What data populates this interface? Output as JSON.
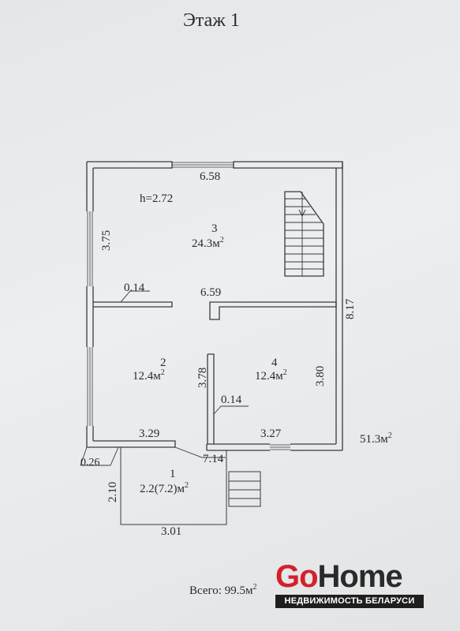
{
  "title": "Этаж 1",
  "height_label": "h=2.72",
  "rooms": [
    {
      "number": "1",
      "area": "2.2(7.2)м"
    },
    {
      "number": "2",
      "area": "12.4м"
    },
    {
      "number": "3",
      "area": "24.3м"
    },
    {
      "number": "4",
      "area": "12.4м"
    }
  ],
  "dimensions": {
    "top_width": "6.58",
    "left_height_upper": "3.75",
    "inner_wall_thickness": "0.14",
    "partition_width": "6.59",
    "right_height": "8.17",
    "room2_height": "3.78",
    "room4_height": "3.80",
    "inner_wall_thickness_2": "0.14",
    "bottom_left": "3.29",
    "bottom_right": "3.27",
    "outer_wall": "0.26",
    "diagonal": "7.14",
    "porch_height": "2.10",
    "porch_width": "3.01"
  },
  "floor_area": "51.3м",
  "total_label": "Всего:",
  "total_area": "99.5м",
  "area_unit_sup": "2",
  "logo": {
    "part1": "Go",
    "part2": "Home",
    "subtitle": "НЕДВИЖИМОСТЬ БЕЛАРУСИ"
  }
}
